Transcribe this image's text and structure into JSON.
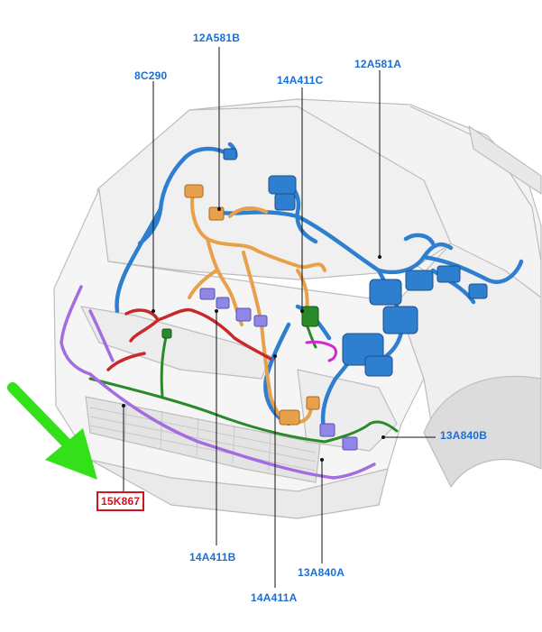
{
  "diagram": {
    "colors": {
      "label_blue": "#1a6fd6",
      "highlight_label": "#d8121a",
      "highlight_box": "#d8121a",
      "arrow": "#33e01a",
      "leader": "#111111",
      "harness_blue": "#2f7fd0",
      "harness_orange": "#e8a04a",
      "harness_red": "#c8282a",
      "harness_green": "#2a8a2a",
      "harness_purple": "#a56be0",
      "harness_lavender": "#8f86e6",
      "harness_magenta": "#d22ad2",
      "body_outline": "#bdbdbd",
      "body_fill": "#f2f2f2"
    },
    "callouts": {
      "c_12A581B": "12A581B",
      "c_8C290": "8C290",
      "c_14A411C": "14A411C",
      "c_12A581A": "12A581A",
      "c_13A840B": "13A840B",
      "c_15K867": "15K867",
      "c_14A411B": "14A411B",
      "c_13A840A": "13A840A",
      "c_14A411A": "14A411A"
    },
    "highlighted_callout": "15K867",
    "arrow_icon": "down-right-arrow-icon"
  }
}
